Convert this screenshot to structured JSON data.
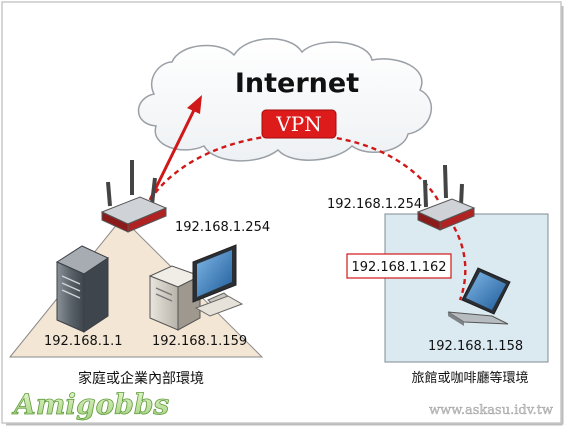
{
  "cloud": {
    "label": "Internet"
  },
  "tunnel": {
    "label": "VPN",
    "color": "#dd1b1b"
  },
  "home": {
    "caption": "家庭或企業內部環境",
    "router_ip": "192.168.1.254",
    "server_ip": "192.168.1.1",
    "pc_ip": "192.168.1.159",
    "zone_color": "#f3e6d4"
  },
  "remote": {
    "caption": "旅館或咖啡廳等環境",
    "router_ip": "192.168.1.254",
    "vpn_ip": "192.168.1.162",
    "laptop_ip": "192.168.1.158",
    "zone_color": "#dbeaf1"
  },
  "branding": {
    "logo": "Amigobbs",
    "site": "www.askasu.idv.tw"
  },
  "colors": {
    "accent_red": "#d01818",
    "cloud_stroke": "#9aa0a6"
  }
}
